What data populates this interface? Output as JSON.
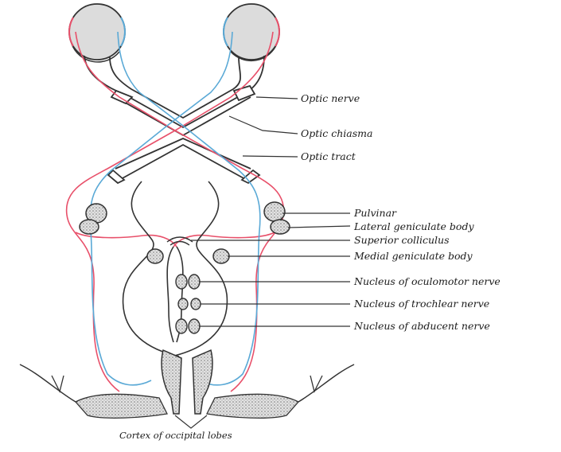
{
  "labels": {
    "optic_nerve": "Optic nerve",
    "optic_chiasma": "Optic chiasma",
    "optic_tract": "Optic tract",
    "pulvinar": "Pulvinar",
    "lateral_geniculate_body": "Lateral geniculate body",
    "superior_colliculus": "Superior colliculus",
    "medial_geniculate_body": "Medial geniculate body",
    "nucleus_oculomotor": "Nucleus of oculomotor nerve",
    "nucleus_trochlear": "Nucleus of trochlear nerve",
    "nucleus_abducent": "Nucleus of abducent nerve",
    "cortex_occipital": "Cortex of occipital lobes"
  },
  "colors": {
    "outline": "#333333",
    "temporal_fibres": "#e8506a",
    "nasal_fibres": "#5aa9d6",
    "nucleus_fill": "#d4d4d4",
    "cortex_fill": "#c8c8c8"
  }
}
